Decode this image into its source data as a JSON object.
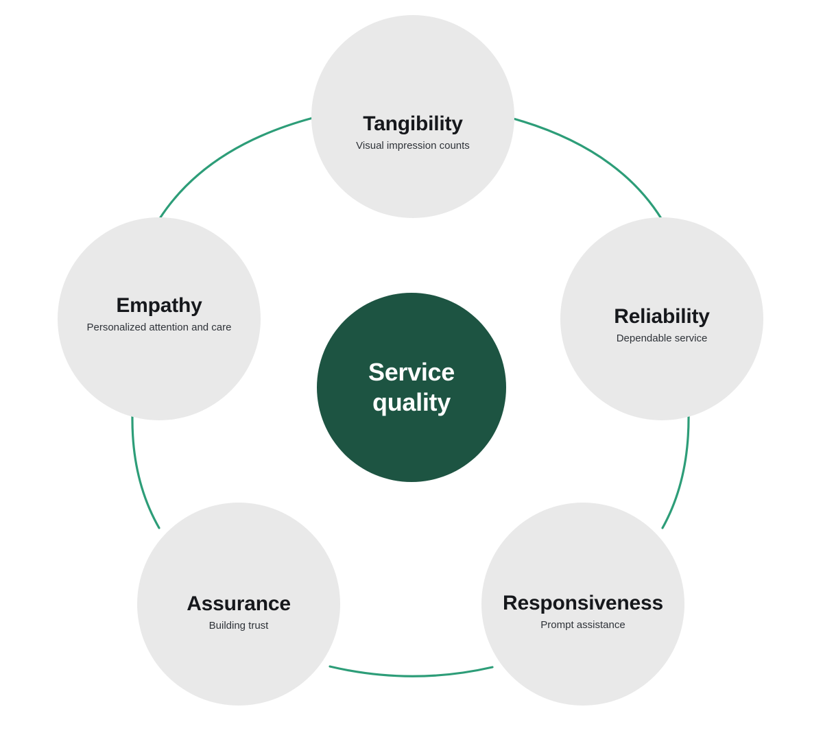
{
  "diagram": {
    "type": "cycle-hub-and-spoke",
    "background_color": "#ffffff",
    "center": {
      "label_line1": "Service",
      "label_line2": "quality",
      "fill_color": "#1d5442",
      "text_color": "#ffffff"
    },
    "node_fill_color": "#e9e9e9",
    "connector_color": "#2d9d78",
    "nodes": [
      {
        "id": "tangibility",
        "title": "Tangibility",
        "subtitle": "Visual impression counts",
        "position": "top"
      },
      {
        "id": "reliability",
        "title": "Reliability",
        "subtitle": "Dependable service",
        "position": "right"
      },
      {
        "id": "responsiveness",
        "title": "Responsiveness",
        "subtitle": "Prompt assistance",
        "position": "bottom-right"
      },
      {
        "id": "assurance",
        "title": "Assurance",
        "subtitle": "Building trust",
        "position": "bottom-left"
      },
      {
        "id": "empathy",
        "title": "Empathy",
        "subtitle": "Personalized attention and care",
        "position": "left"
      }
    ]
  }
}
